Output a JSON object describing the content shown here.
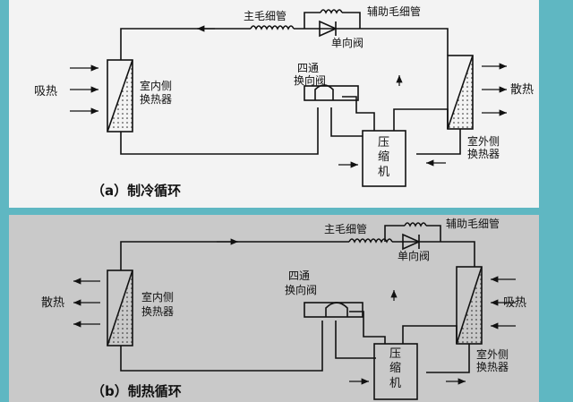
{
  "cooling": {
    "caption": "（a）制冷循环",
    "main_capillary": "主毛细管",
    "aux_capillary": "辅助毛细管",
    "check_valve": "单向阀",
    "four_way_valve_line1": "四通",
    "four_way_valve_line2": "换向阀",
    "indoor_hx_line1": "室内侧",
    "indoor_hx_line2": "换热器",
    "outdoor_hx_line1": "室外侧",
    "outdoor_hx_line2": "换热器",
    "compressor": "压缩机",
    "left_side_label": "吸热",
    "right_side_label": "散热"
  },
  "heating": {
    "caption": "（b）制热循环",
    "main_capillary": "主毛细管",
    "aux_capillary": "辅助毛细管",
    "check_valve": "单向阀",
    "four_way_valve_line1": "四通",
    "four_way_valve_line2": "换向阀",
    "indoor_hx_line1": "室内侧",
    "indoor_hx_line2": "换热器",
    "outdoor_hx_line1": "室外侧",
    "outdoor_hx_line2": "换热器",
    "compressor": "压缩机",
    "left_side_label": "散热",
    "right_side_label": "吸热"
  },
  "colors": {
    "frame": "#5fb7c2",
    "cooling_bg": "#f3f3f3",
    "heating_bg": "#c9c9c9",
    "line": "#111111"
  }
}
